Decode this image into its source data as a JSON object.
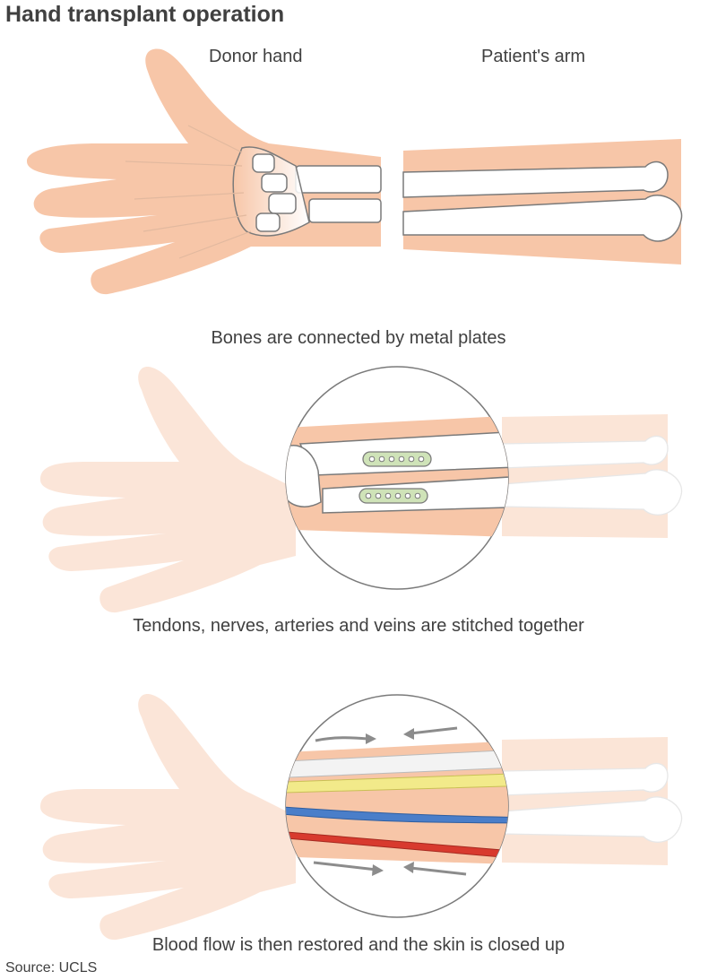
{
  "title": "Hand transplant operation",
  "labels": {
    "donor_hand": "Donor hand",
    "patients_arm": "Patient's arm"
  },
  "steps": [
    {
      "caption": "Bones are connected by metal plates"
    },
    {
      "caption": "Tendons, nerves, arteries and veins are stitched together"
    },
    {
      "caption": "Blood flow is then restored and the skin is closed up"
    }
  ],
  "source": "Source: UCLS",
  "colors": {
    "skin": "#f7c6a8",
    "skin_dark": "#f2b08c",
    "bone": "#ffffff",
    "outline": "#7a7a7a",
    "plate": "#cfe3b8",
    "tendon": "#f3f3f3",
    "nerve": "#f2ea8a",
    "vein": "#4a7ec9",
    "artery": "#d83a2e",
    "arrow": "#8c8c8c"
  }
}
